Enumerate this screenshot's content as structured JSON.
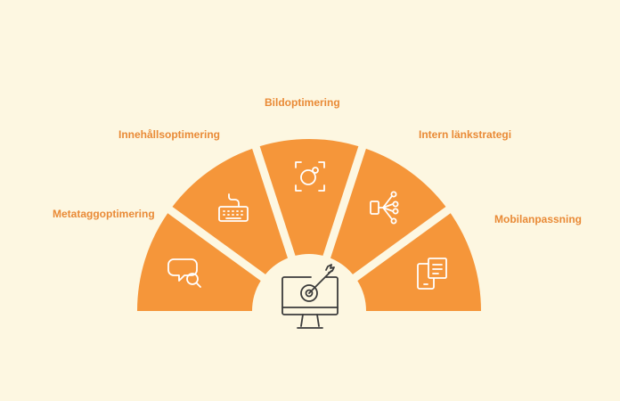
{
  "colors": {
    "background": "#fdf7e1",
    "segment": "#f5963a",
    "label": "#e98a36",
    "icon_on_segment": "#ffffff",
    "center_icon": "#3b3b3b"
  },
  "segments": [
    {
      "label": "Metataggoptimering",
      "icon": "chat-bubble-search-icon"
    },
    {
      "label": "Innehållsoptimering",
      "icon": "keyboard-icon"
    },
    {
      "label": "Bildoptimering",
      "icon": "image-focus-icon"
    },
    {
      "label": "Intern länkstrategi",
      "icon": "network-links-icon"
    },
    {
      "label": "Mobilanpassning",
      "icon": "mobile-document-icon"
    }
  ],
  "center": {
    "icon": "monitor-target-arrow-icon"
  }
}
